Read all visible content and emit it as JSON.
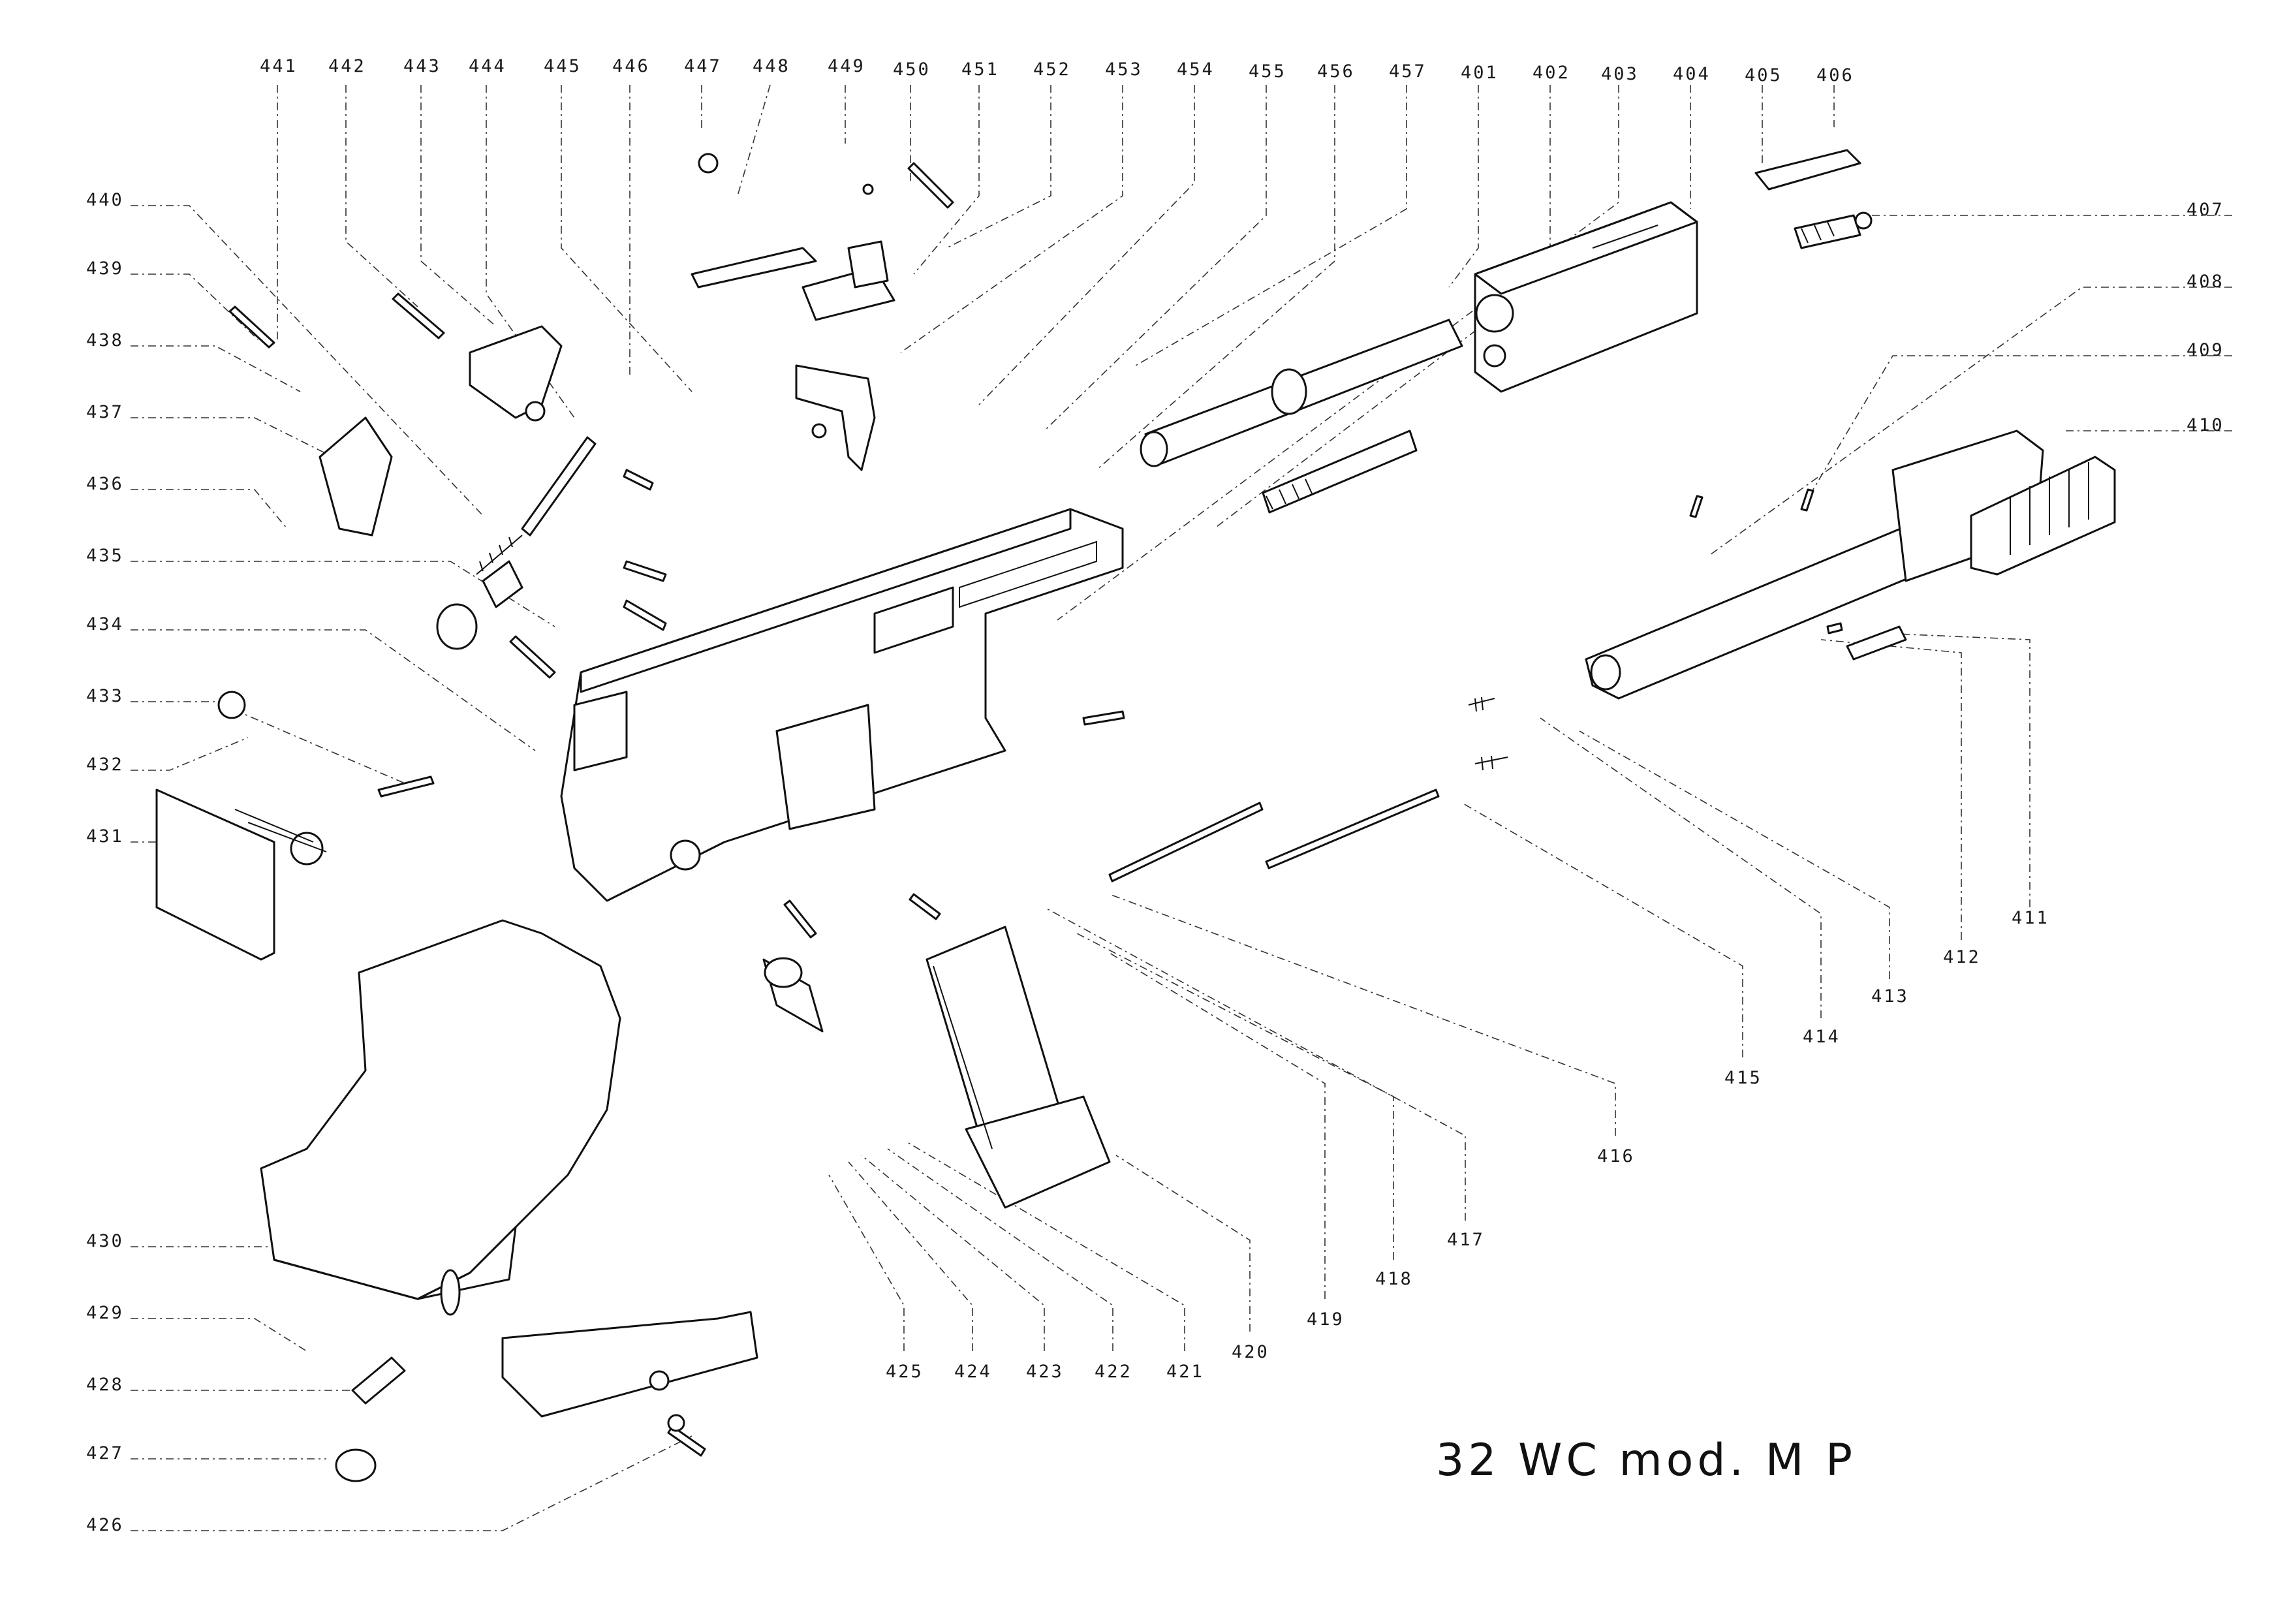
{
  "title": "32 WC mod. M P",
  "labels_top": [
    "441",
    "442",
    "443",
    "444",
    "445",
    "446",
    "447",
    "448",
    "449",
    "450",
    "451",
    "452",
    "453",
    "454",
    "455",
    "456",
    "457",
    "401",
    "402",
    "403",
    "404",
    "405",
    "406"
  ],
  "labels_left": [
    "440",
    "439",
    "438",
    "437",
    "436",
    "435",
    "434",
    "433",
    "432",
    "431",
    "430",
    "429",
    "428",
    "427",
    "426"
  ],
  "labels_right": [
    "407",
    "408",
    "409",
    "410"
  ],
  "labels_bottom": [
    "411",
    "412",
    "413",
    "414",
    "415",
    "416",
    "417",
    "418",
    "419",
    "420",
    "421",
    "422",
    "423",
    "424",
    "425"
  ],
  "colors": {
    "ink": "#111111",
    "paper": "#ffffff"
  }
}
